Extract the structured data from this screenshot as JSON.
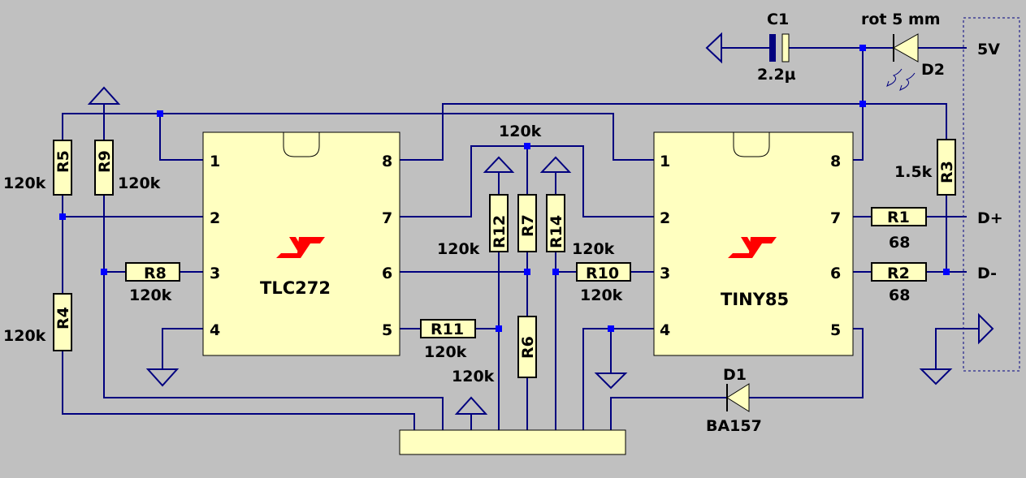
{
  "ic_left": {
    "name": "TLC272",
    "pins": [
      "1",
      "2",
      "3",
      "4",
      "5",
      "6",
      "7",
      "8"
    ]
  },
  "ic_right": {
    "name": "TINY85",
    "pins": [
      "1",
      "2",
      "3",
      "4",
      "5",
      "6",
      "7",
      "8"
    ]
  },
  "logo_color": "#ff0000",
  "wire_color": "#00007f",
  "junction_color": "#0000ff",
  "body_color": "#ffffc0",
  "background": "#c0c0c0",
  "components": {
    "R5": {
      "ref": "R5",
      "value": "120k"
    },
    "R9": {
      "ref": "R9",
      "value": "120k"
    },
    "R4": {
      "ref": "R4",
      "value": "120k"
    },
    "R8": {
      "ref": "R8",
      "value": "120k"
    },
    "R11": {
      "ref": "R11",
      "value": "120k"
    },
    "R12": {
      "ref": "R12",
      "value": "120k"
    },
    "R7": {
      "ref": "R7",
      "value": "120k"
    },
    "R14": {
      "ref": "R14",
      "value": "120k"
    },
    "R6": {
      "ref": "R6",
      "value": "120k"
    },
    "R10": {
      "ref": "R10",
      "value": "120k"
    },
    "R3": {
      "ref": "R3",
      "value": "1.5k"
    },
    "R1": {
      "ref": "R1",
      "value": "68"
    },
    "R2": {
      "ref": "R2",
      "value": "68"
    },
    "C1": {
      "ref": "C1",
      "value": "2.2µ"
    },
    "D1": {
      "ref": "D1",
      "value": "BA157"
    },
    "D2": {
      "ref": "D2",
      "value": "rot 5 mm"
    }
  },
  "nets": {
    "vcc": "5V",
    "dplus": "D+",
    "dminus": "D-"
  }
}
